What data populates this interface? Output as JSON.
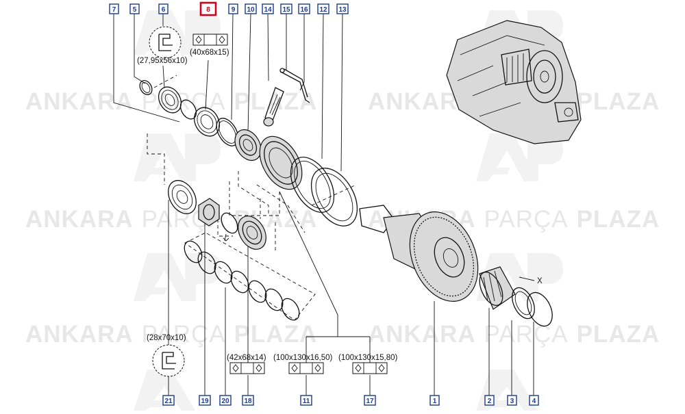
{
  "watermark": {
    "word1": "ANKARA",
    "word2": "PARÇA",
    "word3": "PLAZA"
  },
  "callouts": {
    "c7": "7",
    "c5": "5",
    "c6": "6",
    "c8": "8",
    "c9": "9",
    "c10": "10",
    "c14": "14",
    "c15": "15",
    "c16": "16",
    "c12": "12",
    "c13": "13",
    "c21": "21",
    "c19": "19",
    "c20": "20",
    "c18": "18",
    "c11": "11",
    "c17": "17",
    "c1": "1",
    "c2": "2",
    "c3": "3",
    "c4": "4"
  },
  "dimensions": {
    "seal_top": "(27,95x56x10)",
    "bearing_8": "(40x68x15)",
    "seal_bottom": "(28x70x10)",
    "bearing_18": "(42x68x14)",
    "bearing_11": "(100x130x16,50)",
    "bearing_17": "(100x130x15,80)"
  },
  "marker_x": "X",
  "colors": {
    "callout_border": "#1b3a8c",
    "selected_callout": "#d0021b",
    "watermark": "#e7e7e7"
  }
}
